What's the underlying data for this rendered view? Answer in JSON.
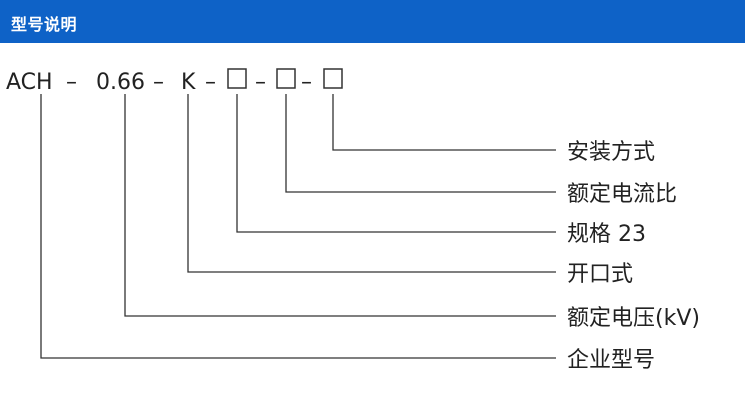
{
  "header": {
    "title": "型号说明"
  },
  "code": {
    "prefix": "ACH",
    "dash": "–",
    "voltage": "0.66",
    "type_letter": "K"
  },
  "labels": {
    "mounting": "安装方式",
    "rated_current": "额定电流比",
    "spec": "规格 23",
    "open": "开口式",
    "rated_voltage": "额定电压(kV)",
    "enterprise_model": "企业型号"
  },
  "colors": {
    "header_bg": "#0e62c7",
    "text": "#222222",
    "line": "#333333"
  }
}
